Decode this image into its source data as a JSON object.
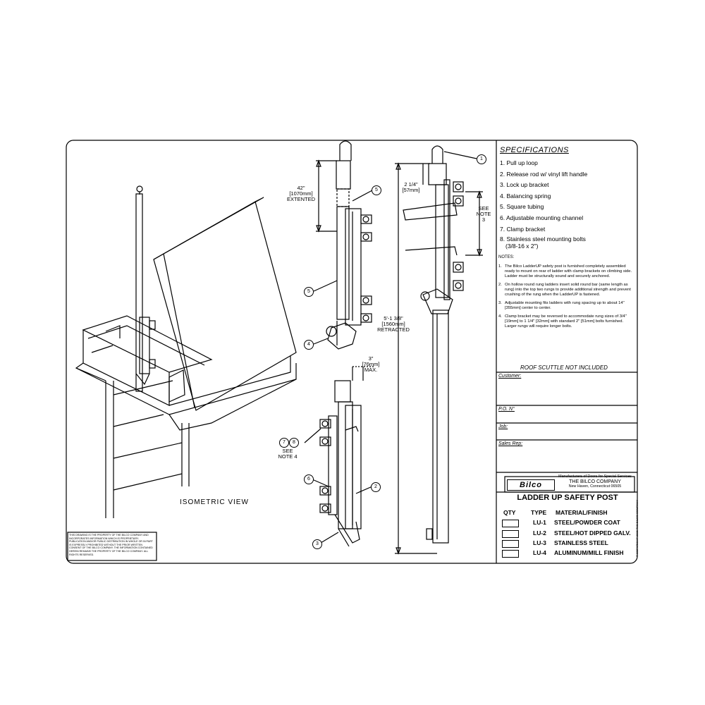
{
  "specifications": {
    "title": "SPECIFICATIONS",
    "items": [
      "1. Pull up loop",
      "2. Release rod w/ vinyl lift handle",
      "3. Lock up bracket",
      "4. Balancing spring",
      "5. Square tubing",
      "6. Adjustable mounting channel",
      "7. Clamp bracket",
      "8. Stainless steel mounting bolts",
      "(3/8-16 x 2\")"
    ]
  },
  "notes": {
    "heading": "NOTES:",
    "items": [
      {
        "num": "1.",
        "text": "The Bilco LadderUP safety post is furnished completely assembled ready to mount on rear of ladder with clamp brackets on climbing side. Ladder must be structurally sound and securely anchored."
      },
      {
        "num": "2.",
        "text": "On hollow round rung ladders insert solid round bar (same length as rung) into the top two rungs to provide additional strength and prevent crushing of the rung when the LadderUP is fastened."
      },
      {
        "num": "3.",
        "text": "Adjustable mounting fits ladders with rung spacing up to about 14\" [355mm] center to center."
      },
      {
        "num": "4.",
        "text": "Clamp bracket may be reversed to accommodate rung sizes of 3/4\" [19mm] to 1 1/4\" [32mm] with standard 2\" [51mm] bolts furnished. Larger rungs will require longer bolts."
      }
    ],
    "roof_note": "ROOF SCUTTLE NOT INCLUDED"
  },
  "fields": {
    "customer": "Customer:",
    "po": "P.O. N°",
    "job": "Job:",
    "sales_rep": "Sales Rep:"
  },
  "company": {
    "logo": "Bilco",
    "line1": "Manufacturers of Doors for Special Services",
    "name": "THE BILCO COMPANY",
    "location": "New Haven, Connecticut 06505"
  },
  "product": {
    "title": "LADDER UP SAFETY POST",
    "headers": {
      "qty": "QTY",
      "type": "TYPE",
      "material": "MATERIAL/FINISH"
    },
    "rows": [
      {
        "type": "LU-1",
        "material": "STEEL/POWDER COAT"
      },
      {
        "type": "LU-2",
        "material": "STEEL/HOT DIPPED GALV."
      },
      {
        "type": "LU-3",
        "material": "STAINLESS STEEL"
      },
      {
        "type": "LU-4",
        "material": "ALUMINUM/MILL FINISH"
      }
    ]
  },
  "disclaimer": "This drawing is the property of The Bilco Company and incorporates information which is proprietary. Publication and/or public distribution in whole or in part is expressly prohibited without the prior written consent of The Bilco Company. The information contained herein remains the property of The Bilco Company. All rights reserved.",
  "copyright": "© COPYRIGHT 2006 THE BILCO COMPANY",
  "views": {
    "isometric": "ISOMETRIC VIEW"
  },
  "dimensions": {
    "extended": [
      "42\"",
      "[1070mm]",
      "EXTENTED"
    ],
    "retracted": [
      "5'-1 3/8\"",
      "[1560mm]",
      "RETRACTED"
    ],
    "top": [
      "2 1/4\"",
      "[57mm]"
    ],
    "gap": [
      "3\"",
      "[76mm]",
      "MAX."
    ],
    "see_note_3": [
      "SEE",
      "NOTE",
      "3"
    ],
    "see_note_4": [
      "SEE",
      "NOTE 4"
    ]
  },
  "callouts": {
    "c1": "1",
    "c2": "2",
    "c3": "3",
    "c4": "4",
    "c5a": "5",
    "c5b": "5",
    "c6": "6",
    "c7": "7",
    "c8": "8"
  }
}
